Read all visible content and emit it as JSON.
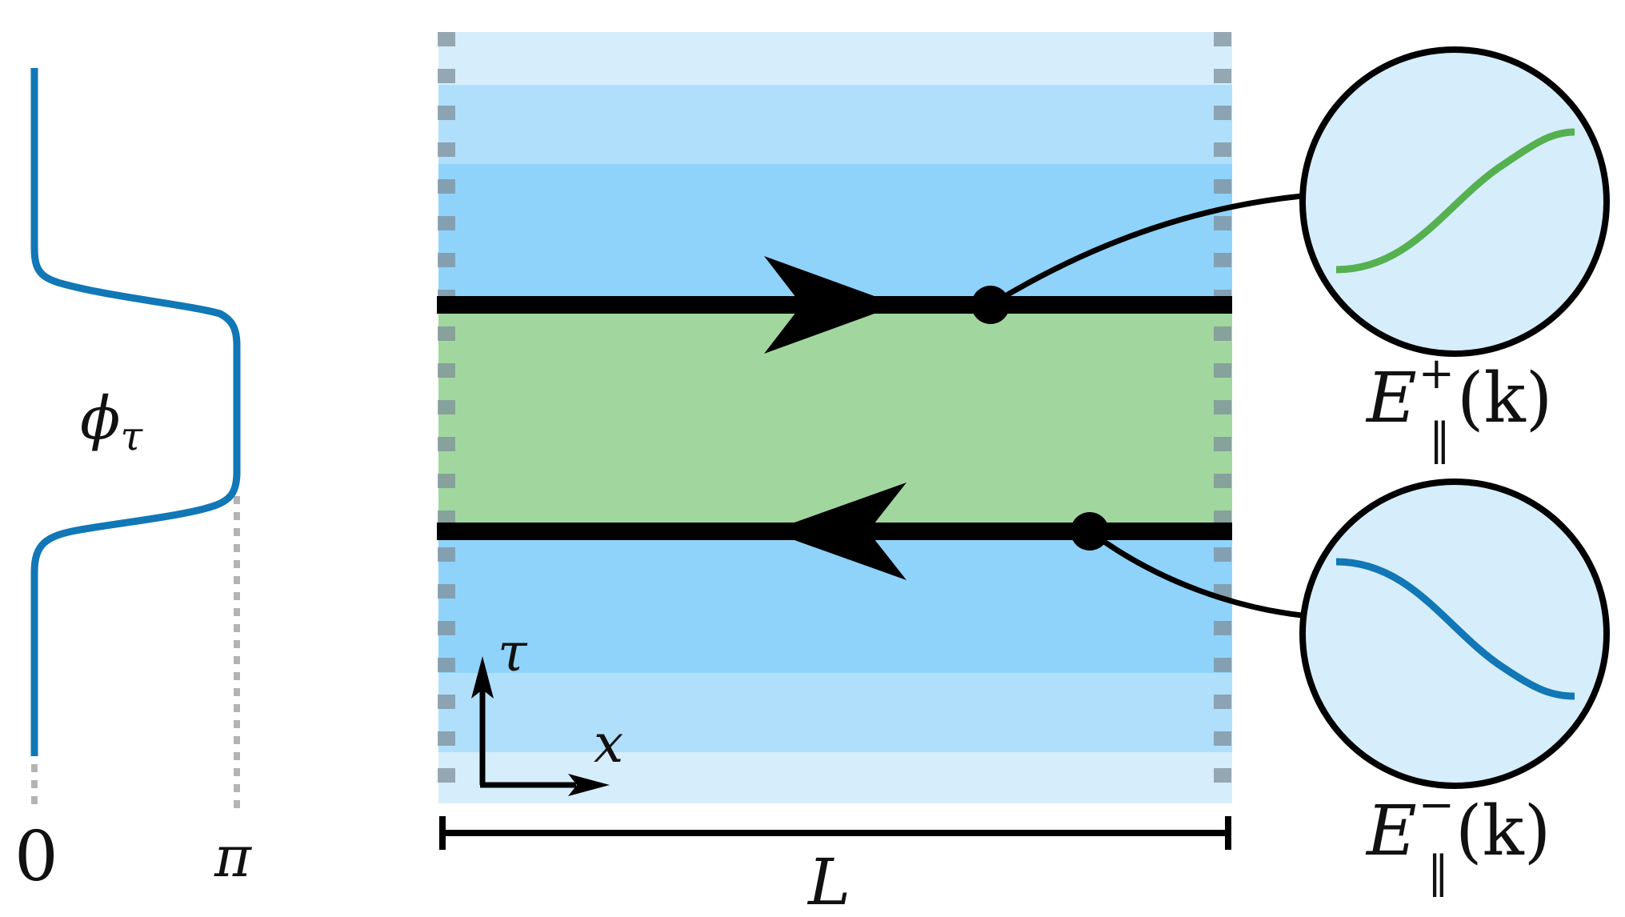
{
  "labels": {
    "phi_symbol": "ϕ",
    "phi_subscript": "τ",
    "tick_zero": "0",
    "tick_pi": "π",
    "axis_tau": "τ",
    "axis_x": "x",
    "length": "L",
    "energy_symbol": "E",
    "energy_parallel": "‖",
    "energy_plus": "+",
    "energy_minus": "−",
    "energy_argument": "(k)"
  },
  "colors": {
    "band_pale": "#d6edfb",
    "band_light": "#b0dffb",
    "band_mid": "#8fd3fb",
    "band_green": "#a1d79e",
    "phi_curve": "#1177b6",
    "plus_curve": "#55b04f",
    "minus_curve": "#1177b6",
    "circle_fill": "#d6edfb",
    "dashed_edge": "#7f8f99",
    "dotted_guide": "#b4b4b4",
    "ink": "#000000"
  },
  "icons": {
    "right_arrow": "arrowhead-right-icon",
    "left_arrow": "arrowhead-left-icon"
  }
}
